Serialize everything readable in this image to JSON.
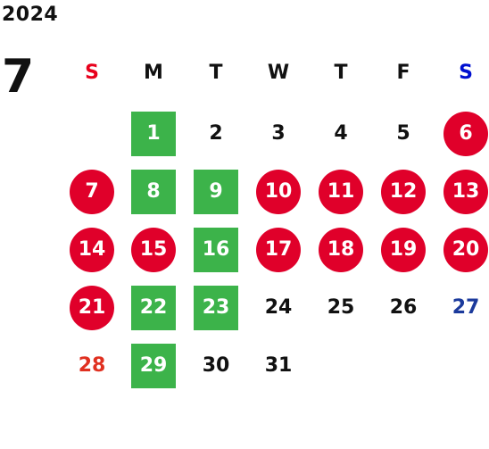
{
  "year": "2024",
  "month": "7",
  "colors": {
    "circle": "#e0002a",
    "square": "#3cb34a",
    "sunday_text": "#e8001c",
    "saturday_header": "#0010d0",
    "saturday_text": "#1b3a9c",
    "holiday_text": "#e03020",
    "default_text": "#111111"
  },
  "weekdays": [
    {
      "label": "S",
      "color": "#e8001c"
    },
    {
      "label": "M",
      "color": "#111111"
    },
    {
      "label": "T",
      "color": "#111111"
    },
    {
      "label": "W",
      "color": "#111111"
    },
    {
      "label": "T",
      "color": "#111111"
    },
    {
      "label": "F",
      "color": "#111111"
    },
    {
      "label": "S",
      "color": "#0010d0"
    }
  ],
  "days": [
    {
      "num": "1",
      "row": 0,
      "col": 1,
      "mark": "square"
    },
    {
      "num": "2",
      "row": 0,
      "col": 2,
      "mark": "none"
    },
    {
      "num": "3",
      "row": 0,
      "col": 3,
      "mark": "none"
    },
    {
      "num": "4",
      "row": 0,
      "col": 4,
      "mark": "none"
    },
    {
      "num": "5",
      "row": 0,
      "col": 5,
      "mark": "none"
    },
    {
      "num": "6",
      "row": 0,
      "col": 6,
      "mark": "circle"
    },
    {
      "num": "7",
      "row": 1,
      "col": 0,
      "mark": "circle"
    },
    {
      "num": "8",
      "row": 1,
      "col": 1,
      "mark": "square"
    },
    {
      "num": "9",
      "row": 1,
      "col": 2,
      "mark": "square"
    },
    {
      "num": "10",
      "row": 1,
      "col": 3,
      "mark": "circle"
    },
    {
      "num": "11",
      "row": 1,
      "col": 4,
      "mark": "circle"
    },
    {
      "num": "12",
      "row": 1,
      "col": 5,
      "mark": "circle"
    },
    {
      "num": "13",
      "row": 1,
      "col": 6,
      "mark": "circle"
    },
    {
      "num": "14",
      "row": 2,
      "col": 0,
      "mark": "circle"
    },
    {
      "num": "15",
      "row": 2,
      "col": 1,
      "mark": "circle"
    },
    {
      "num": "16",
      "row": 2,
      "col": 2,
      "mark": "square"
    },
    {
      "num": "17",
      "row": 2,
      "col": 3,
      "mark": "circle"
    },
    {
      "num": "18",
      "row": 2,
      "col": 4,
      "mark": "circle"
    },
    {
      "num": "19",
      "row": 2,
      "col": 5,
      "mark": "circle"
    },
    {
      "num": "20",
      "row": 2,
      "col": 6,
      "mark": "circle"
    },
    {
      "num": "21",
      "row": 3,
      "col": 0,
      "mark": "circle"
    },
    {
      "num": "22",
      "row": 3,
      "col": 1,
      "mark": "square"
    },
    {
      "num": "23",
      "row": 3,
      "col": 2,
      "mark": "square"
    },
    {
      "num": "24",
      "row": 3,
      "col": 3,
      "mark": "none"
    },
    {
      "num": "25",
      "row": 3,
      "col": 4,
      "mark": "none"
    },
    {
      "num": "26",
      "row": 3,
      "col": 5,
      "mark": "none"
    },
    {
      "num": "27",
      "row": 3,
      "col": 6,
      "mark": "none",
      "text_color": "#1b3a9c"
    },
    {
      "num": "28",
      "row": 4,
      "col": 0,
      "mark": "none",
      "text_color": "#e03020"
    },
    {
      "num": "29",
      "row": 4,
      "col": 1,
      "mark": "square"
    },
    {
      "num": "30",
      "row": 4,
      "col": 2,
      "mark": "none"
    },
    {
      "num": "31",
      "row": 4,
      "col": 3,
      "mark": "none"
    }
  ]
}
